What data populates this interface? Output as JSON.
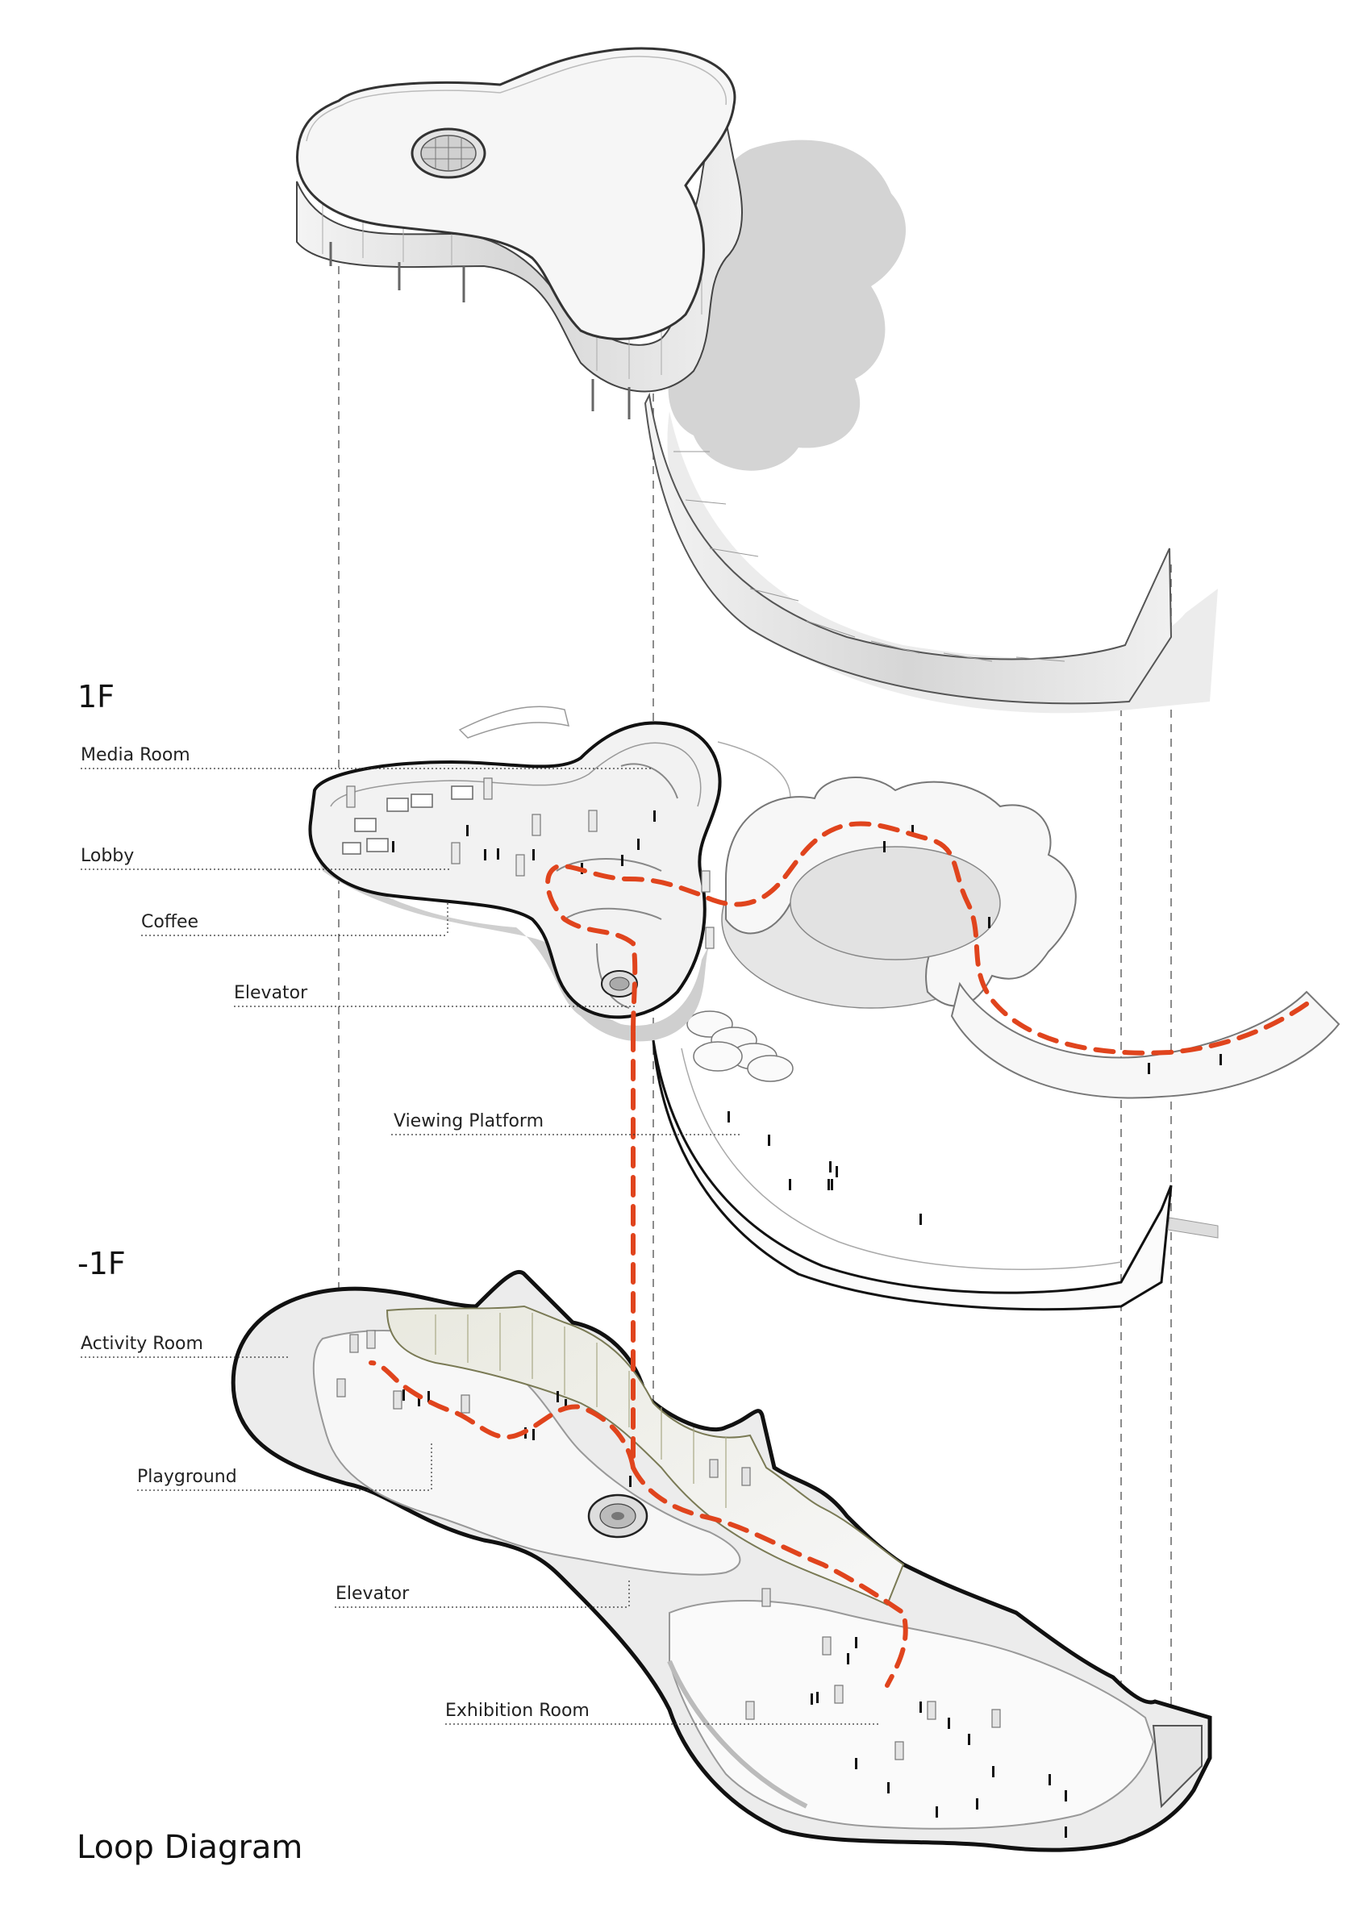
{
  "floors": {
    "first": "1F",
    "basement": "-1F"
  },
  "labels_1f": {
    "media_room": "Media Room",
    "lobby": "Lobby",
    "coffee": "Coffee",
    "elevator": "Elevator",
    "viewing_platform": "Viewing Platform"
  },
  "labels_b1": {
    "activity_room": "Activity Room",
    "playground": "Playground",
    "elevator": "Elevator",
    "exhibition_room": "Exhibition Room"
  },
  "title": "Loop Diagram",
  "colors": {
    "loop_path": "#e0441d",
    "outline": "#111111",
    "shadow": "#cfcfcf",
    "glass": "#dcdcdc"
  }
}
